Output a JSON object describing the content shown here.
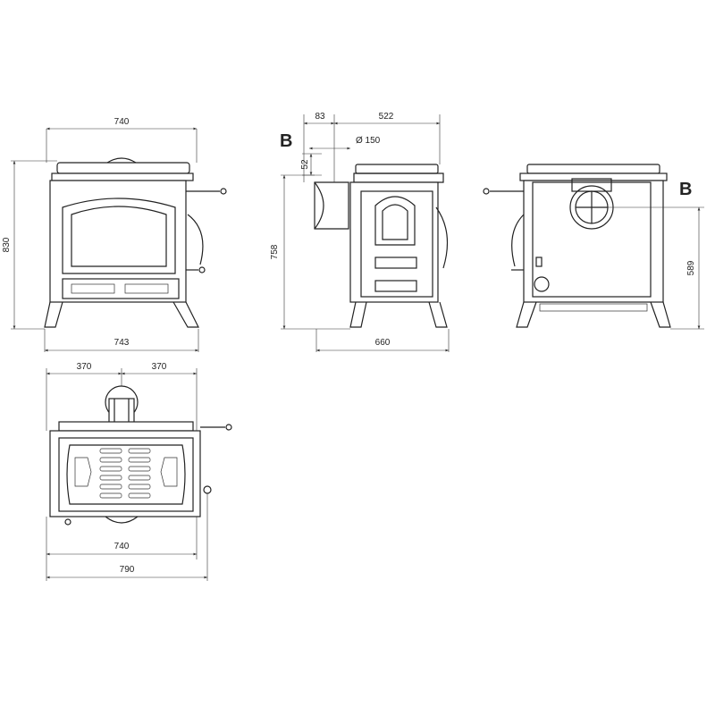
{
  "front_view": {
    "width_top": "740",
    "width_bottom": "743",
    "height": "830"
  },
  "side_view": {
    "flue_offset": "83",
    "top_depth": "522",
    "flue_diameter": "Ø 150",
    "flue_height_offset": "52",
    "flue_axis_height": "758",
    "total_depth": "660",
    "section_mark": "B"
  },
  "rear_view": {
    "section_mark": "B",
    "flue_axis_height": "589"
  },
  "top_view": {
    "half_left": "370",
    "half_right": "370",
    "body_width": "740",
    "total_width": "790"
  }
}
